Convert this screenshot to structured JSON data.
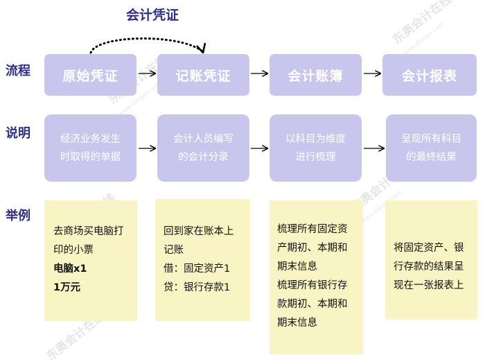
{
  "top_label": "会计凭证",
  "row_labels": {
    "flow": "流程",
    "desc": "说明",
    "example": "举例"
  },
  "flow": [
    "原始凭证",
    "记账凭证",
    "会计账簿",
    "会计报表"
  ],
  "desc": [
    [
      "经济业务发生",
      "时取得的单据"
    ],
    [
      "会计人员编写",
      "的会计分录"
    ],
    [
      "以科目为维度",
      "进行梳理"
    ],
    [
      "呈现所有科目",
      "的最终结果"
    ]
  ],
  "examples": [
    [
      "去商场买电脑打",
      "印的小票",
      "电脑x1",
      "1万元"
    ],
    [
      "回到家在账本上",
      "记账",
      "借：固定资产1",
      "贷：银行存款1"
    ],
    [
      "梳理所有固定资",
      "产期初、本期和",
      "期末信息",
      "梳理所有银行存",
      "款期初、本期和",
      "期末信息"
    ],
    [
      "将固定资产、银",
      "行存款的结果呈",
      "现在一张报表上"
    ]
  ],
  "watermark": {
    "brand": "东奥会计在线",
    "url": "www.dongao.com"
  },
  "colors": {
    "title_text": "#2e2f85",
    "box_fill": "#c8c6ed",
    "example_fill": "#f8f4c3",
    "arrow": "#000000"
  }
}
